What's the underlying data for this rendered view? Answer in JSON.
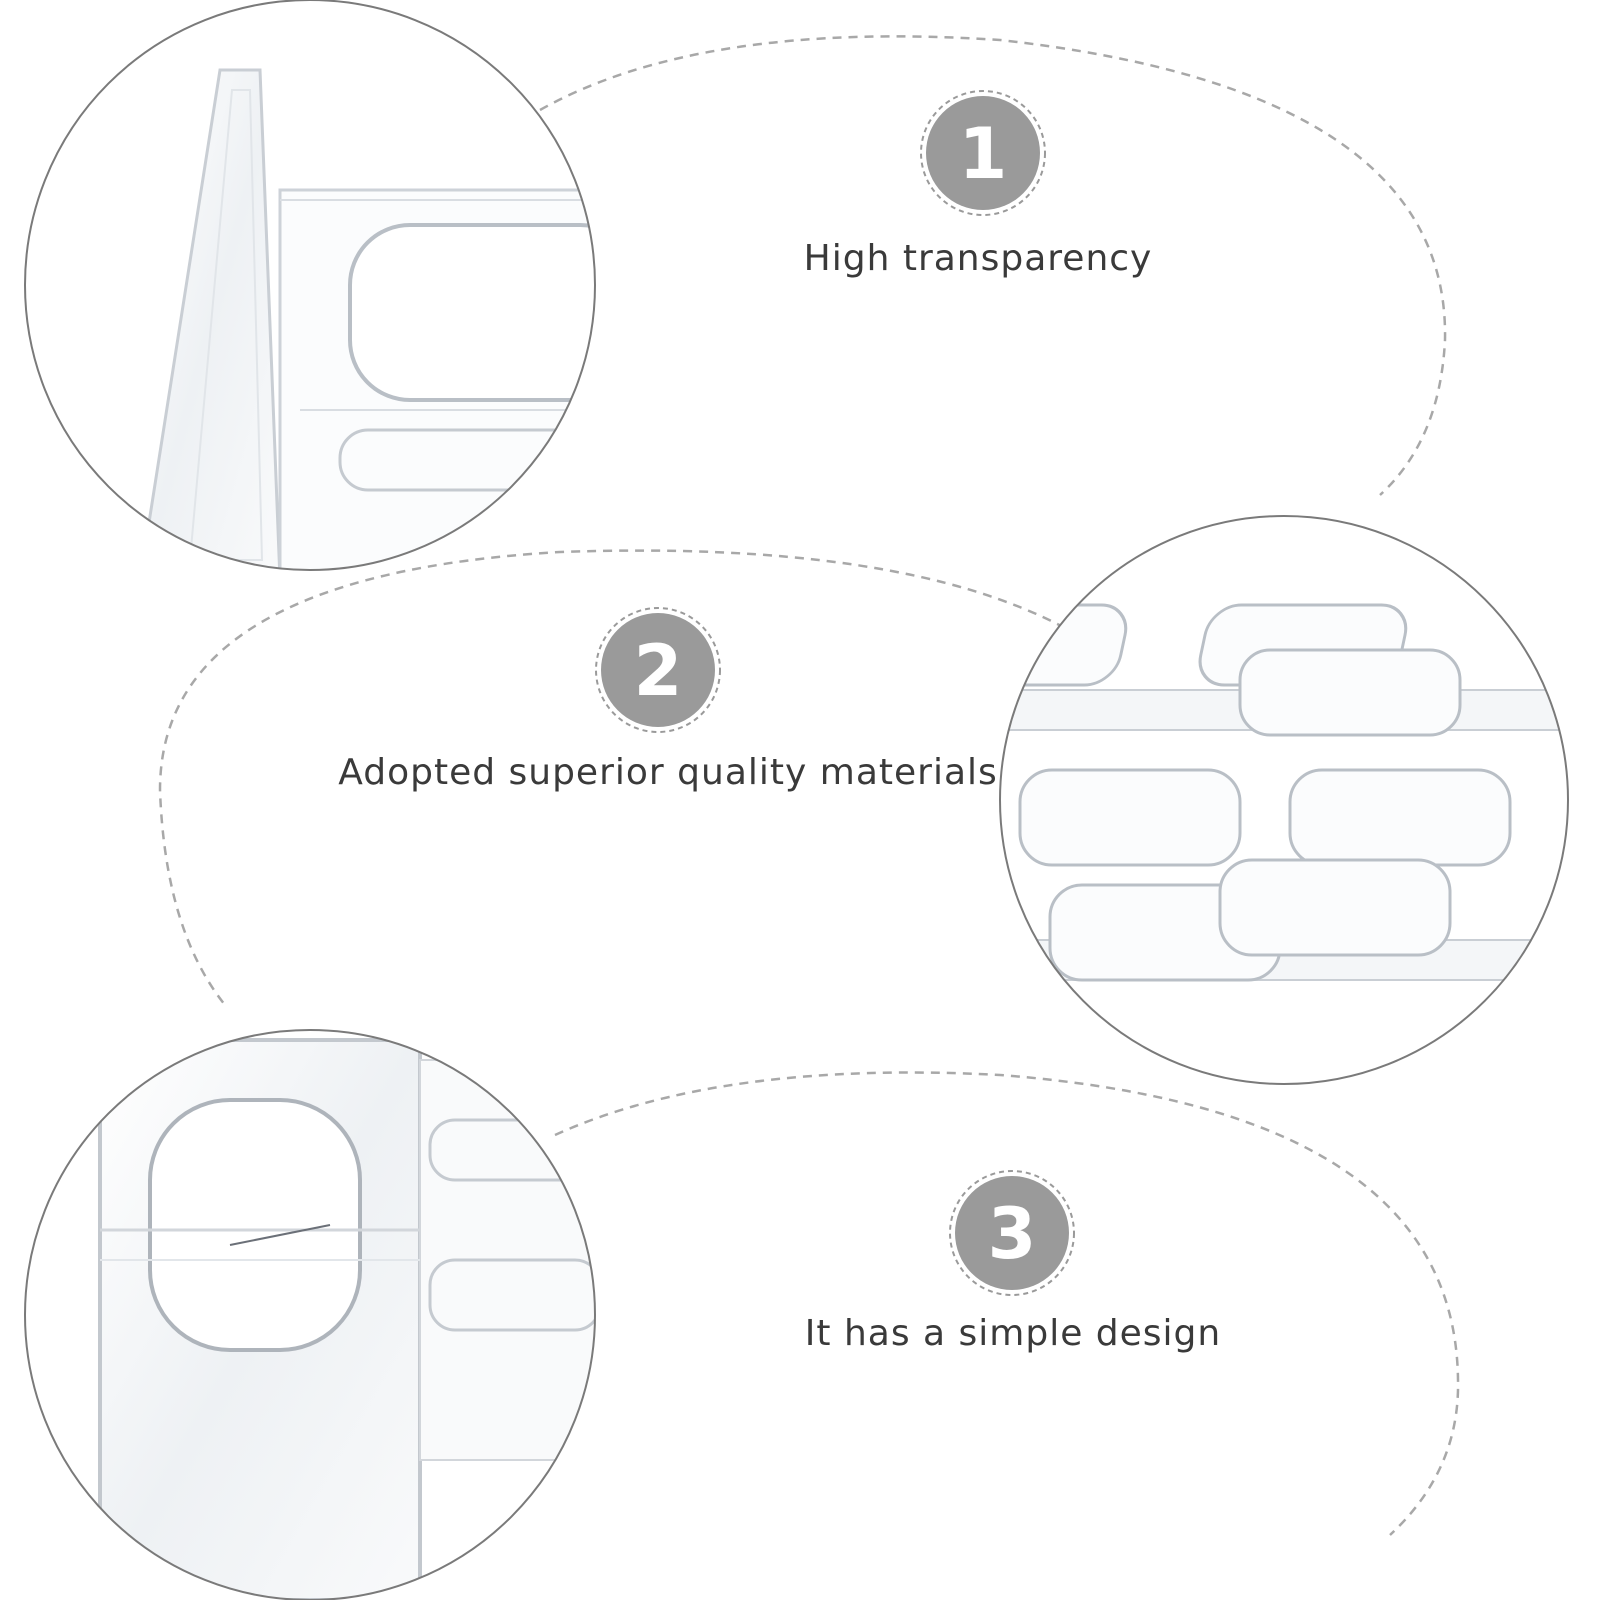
{
  "features": [
    {
      "number": "1",
      "caption": "High transparency"
    },
    {
      "number": "2",
      "caption": "Adopted superior quality materials"
    },
    {
      "number": "3",
      "caption": "It has a simple design"
    }
  ],
  "colors": {
    "badge_fill": "#9a9a9a",
    "dashed_line": "#a8a8a8",
    "circle_border": "#7a7a7a",
    "caption_text": "#3a3a3a"
  }
}
